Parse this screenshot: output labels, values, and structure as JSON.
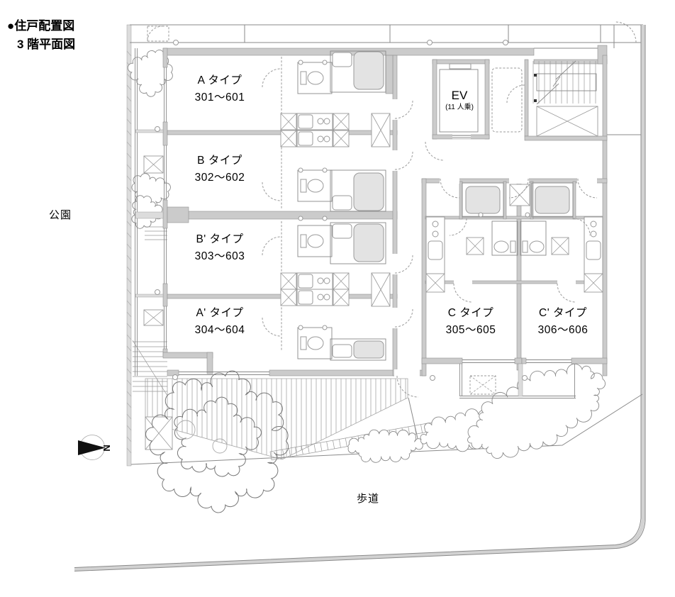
{
  "title": {
    "line1": "●住戸配置図",
    "line2": "3 階平面図"
  },
  "site": {
    "park": "公園",
    "sidewalk": "歩道",
    "north_mark": "N"
  },
  "units": [
    {
      "type": "A タイプ",
      "rooms": "301〜601"
    },
    {
      "type": "B タイプ",
      "rooms": "302〜602"
    },
    {
      "type": "B' タイプ",
      "rooms": "303〜603"
    },
    {
      "type": "A' タイプ",
      "rooms": "304〜604"
    },
    {
      "type": "C タイプ",
      "rooms": "305〜605"
    },
    {
      "type": "C' タイプ",
      "rooms": "306〜606"
    }
  ],
  "elevator": {
    "label": "EV",
    "capacity": "(11 人乗)"
  },
  "colors": {
    "wall_fill": "#cbcbcb",
    "line": "#888888",
    "dashed": "#9a9a9a",
    "text": "#000000",
    "background": "#ffffff"
  }
}
